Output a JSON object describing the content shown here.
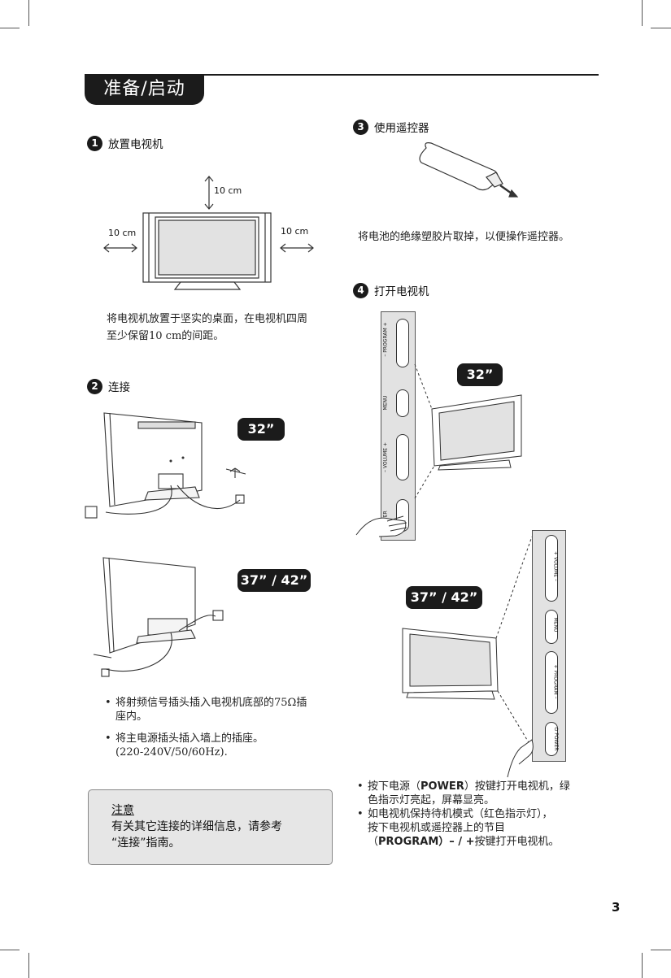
{
  "section_title": "准备/启动",
  "step1": {
    "num": "1",
    "title": "放置电视机",
    "dim_top": "10 cm",
    "dim_left": "10 cm",
    "dim_right": "10 cm",
    "text_line1": "将电视机放置于坚实的桌面，在电视机四周",
    "text_line2": "至少保留10 cm的间距。"
  },
  "step2": {
    "num": "2",
    "title": "连接",
    "badge_32": "32”",
    "badge_3742": "37” / 42”",
    "bullet1_line1": "将射频信号插头插入电视机底部的75Ω插",
    "bullet1_line2": "座内。",
    "bullet2_line1": "将主电源插头插入墙上的插座。",
    "bullet2_line2": "(220-240V/50/60Hz)."
  },
  "note": {
    "heading": "注意",
    "line1": "有关其它连接的详细信息，请参考",
    "line2": "“连接”指南。"
  },
  "step3": {
    "num": "3",
    "title": "使用遥控器",
    "text": "将电池的绝缘塑胶片取掉，以便操作遥控器。"
  },
  "step4": {
    "num": "4",
    "title": "打开电视机",
    "badge_32": "32”",
    "badge_3742": "37” / 42”",
    "panel1_labels": {
      "program": "– PROGRAM +",
      "menu": "MENU",
      "volume": "– VOLUME +",
      "power": "POWER"
    },
    "panel2_labels": {
      "volume": "+ VOLUME –",
      "menu": "MENU",
      "program": "+ PROGRAM –",
      "power": "⏻ POWER"
    },
    "bullet1": {
      "pre": "按下电源（",
      "key": "POWER",
      "post": "）按键打开电视机，绿",
      "line2": "色指示灯亮起，屏幕显亮。"
    },
    "bullet2": {
      "line1": "如电视机保持待机模式（红色指示灯），",
      "line2": "按下电视机或遥控器上的节目",
      "pre3": "（",
      "key3": "PROGRAM",
      "mid3": "）– / +",
      "post3": "按键打开电视机。"
    }
  },
  "page_number": "3"
}
